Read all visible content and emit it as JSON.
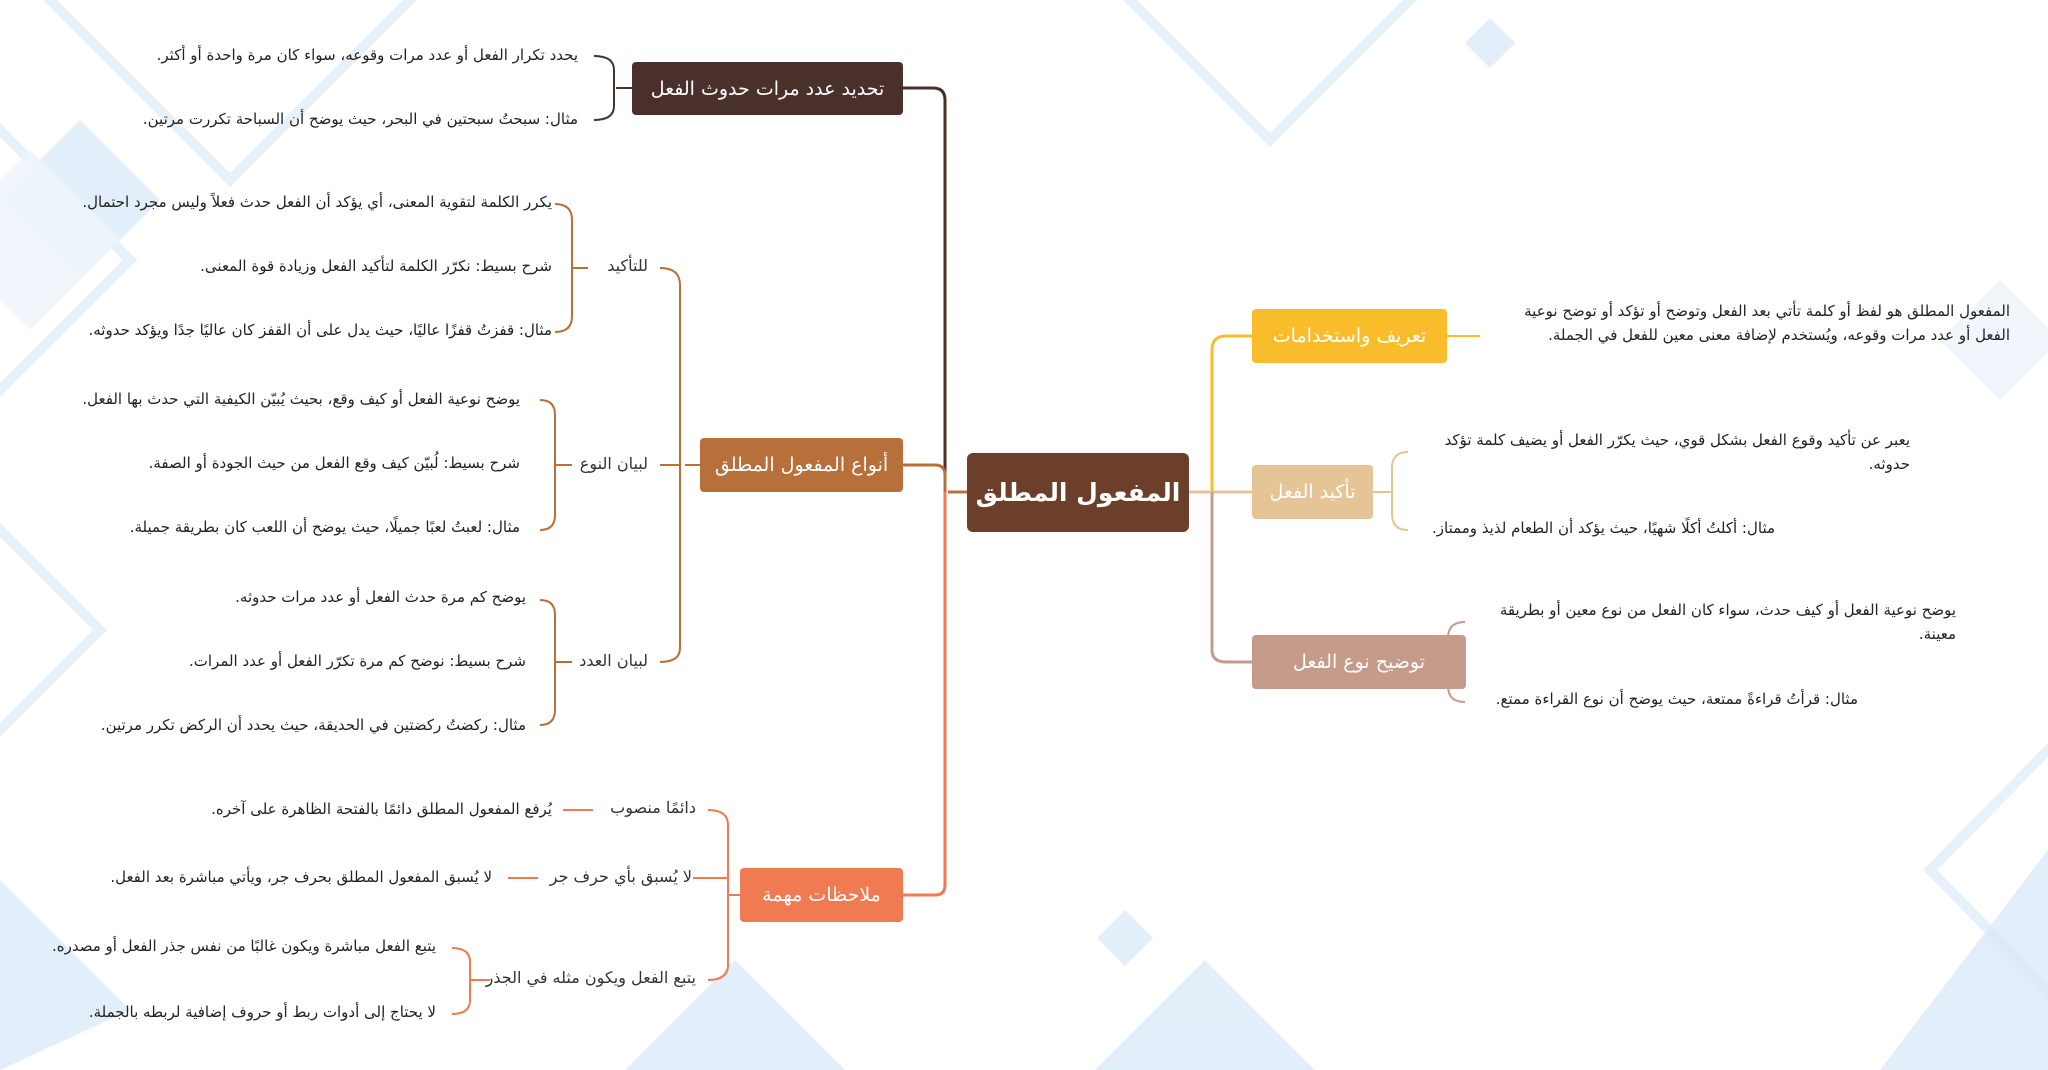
{
  "root": "المفعول المطلق",
  "right": {
    "definition": {
      "title": "تعريف واستخدامات",
      "text": "المفعول المطلق هو لفظ أو كلمة تأتي بعد الفعل وتوضح أو تؤكد أو توضح نوعية الفعل أو عدد مرات وقوعه، ويُستخدم لإضافة معنى معين للفعل في الجملة."
    },
    "emphasis": {
      "title": "تأكيد الفعل",
      "text": "يعبر عن تأكيد وقوع الفعل بشكل قوي، حيث يكرّر الفعل أو يضيف كلمة تؤكد حدوثه.",
      "example": "مثال: أكلتُ أكلًا شهيًا، حيث يؤكد أن الطعام لذيذ وممتاز."
    },
    "type": {
      "title": "توضيح نوع الفعل",
      "text": "يوضح نوعية الفعل أو كيف حدث، سواء كان الفعل من نوع معين أو بطريقة معينة.",
      "example": "مثال: قرأتُ قراءةً ممتعة، حيث يوضح أن نوع القراءة ممتع."
    }
  },
  "left": {
    "count": {
      "title": "تحديد عدد مرات حدوث الفعل",
      "items": [
        "يحدد تكرار الفعل أو عدد مرات وقوعه، سواء كان مرة واحدة أو أكثر.",
        "مثال: سبحتُ سبحتين في البحر، حيث يوضح أن السباحة تكررت مرتين."
      ]
    },
    "kinds": {
      "title": "أنواع المفعول المطلق",
      "groups": [
        {
          "label": "للتأكيد",
          "items": [
            "يكرر الكلمة لتقوية المعنى، أي يؤكد أن الفعل حدث فعلاً وليس مجرد احتمال.",
            "شرح بسيط: نكرّر الكلمة لتأكيد الفعل وزيادة قوة المعنى.",
            "مثال: قفزتُ قفزًا عاليًا، حيث يدل على أن القفز كان عاليًا جدًا ويؤكد حدوثه."
          ]
        },
        {
          "label": "لبيان النوع",
          "items": [
            "يوضح نوعية الفعل أو كيف وقع، بحيث يُبيّن الكيفية التي حدث بها الفعل.",
            "شرح بسيط: لُبيّن كيف وقع الفعل من حيث الجودة أو الصفة.",
            "مثال: لعبتُ لعبًا جميلًا، حيث يوضح أن اللعب كان بطريقة جميلة."
          ]
        },
        {
          "label": "لبيان العدد",
          "items": [
            "يوضح كم مرة حدث الفعل أو عدد مرات حدوثه.",
            "شرح بسيط: نوضح كم مرة تكرّر الفعل أو عدد المرات.",
            "مثال: ركضتُ ركضتين في الحديقة، حيث يحدد أن الركض تكرر مرتين."
          ]
        }
      ]
    },
    "notes": {
      "title": "ملاحظات مهمة",
      "groups": [
        {
          "label": "دائمًا منصوب",
          "items": [
            "يُرفع المفعول المطلق دائمًا بالفتحة الظاهرة على آخره."
          ]
        },
        {
          "label": "لا يُسبق بأي حرف جر",
          "items": [
            "لا يُسبق المفعول المطلق بحرف جر، ويأتي مباشرة بعد الفعل."
          ]
        },
        {
          "label": "يتبع الفعل ويكون مثله في الجذر",
          "items": [
            "يتبع الفعل مباشرة ويكون غالبًا من نفس جذر الفعل أو مصدره.",
            "لا يحتاج إلى أدوات ربط أو حروف إضافية لربطه بالجملة."
          ]
        }
      ]
    }
  },
  "colors": {
    "root": "#6b3f2a",
    "count": "#4a302a",
    "kinds": "#b8703a",
    "notes": "#f07a52",
    "definition": "#f9bd2c",
    "emphasis": "#e5c596",
    "type": "#c59b8a"
  }
}
